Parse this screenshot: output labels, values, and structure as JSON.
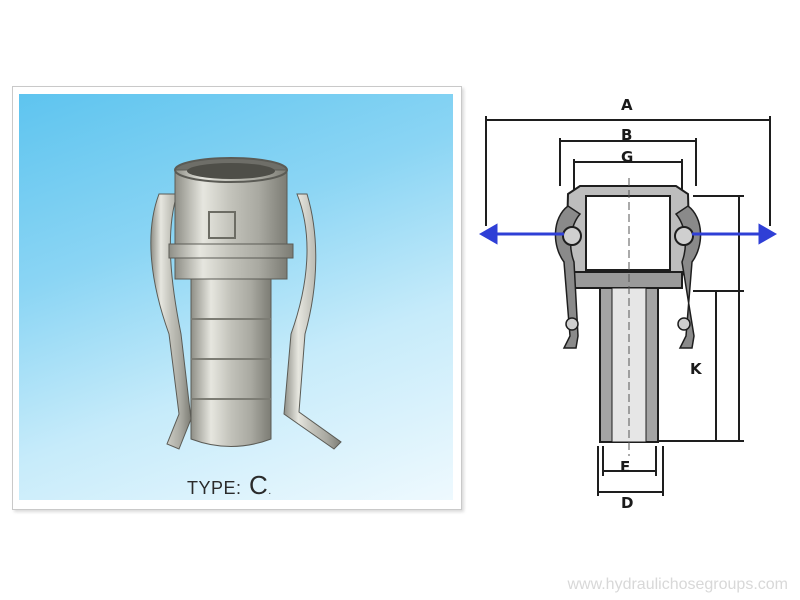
{
  "product_photo": {
    "type_prefix": "TYPE:",
    "type_letter": "C",
    "type_suffix": "."
  },
  "diagram": {
    "dimension_labels": {
      "a": "A",
      "b": "B",
      "g": "G",
      "k": "K",
      "e": "E",
      "d": "D"
    }
  },
  "watermark": "www.hydraulichosegroups.com"
}
